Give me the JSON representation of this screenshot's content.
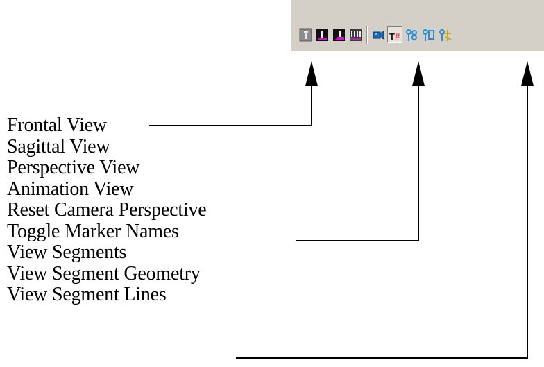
{
  "toolbar": {
    "buttons": [
      {
        "name": "frontal-view",
        "icon": "frontal-view-icon"
      },
      {
        "name": "sagittal-view",
        "icon": "sagittal-view-icon"
      },
      {
        "name": "perspective-view",
        "icon": "perspective-view-icon"
      },
      {
        "name": "animation-view",
        "icon": "animation-view-icon"
      },
      {
        "name": "reset-camera-perspective",
        "icon": "camera-icon"
      },
      {
        "name": "toggle-marker-names",
        "icon": "marker-names-icon",
        "glyph": "T#"
      },
      {
        "name": "view-segments",
        "icon": "segments-icon"
      },
      {
        "name": "view-segment-geometry",
        "icon": "segment-geometry-icon"
      },
      {
        "name": "view-segment-lines",
        "icon": "segment-lines-icon"
      }
    ],
    "colors": {
      "face": "#d4d0c8",
      "marker_text": "#e8202a",
      "segments": "#2a8fd6",
      "segment_lines": "#c9a21f"
    }
  },
  "labels": [
    "Frontal View",
    "Sagittal View",
    "Perspective View",
    "Animation View",
    "Reset Camera Perspective",
    "Toggle Marker Names",
    "View Segments",
    "View Segment Geometry",
    "View Segment Lines"
  ]
}
